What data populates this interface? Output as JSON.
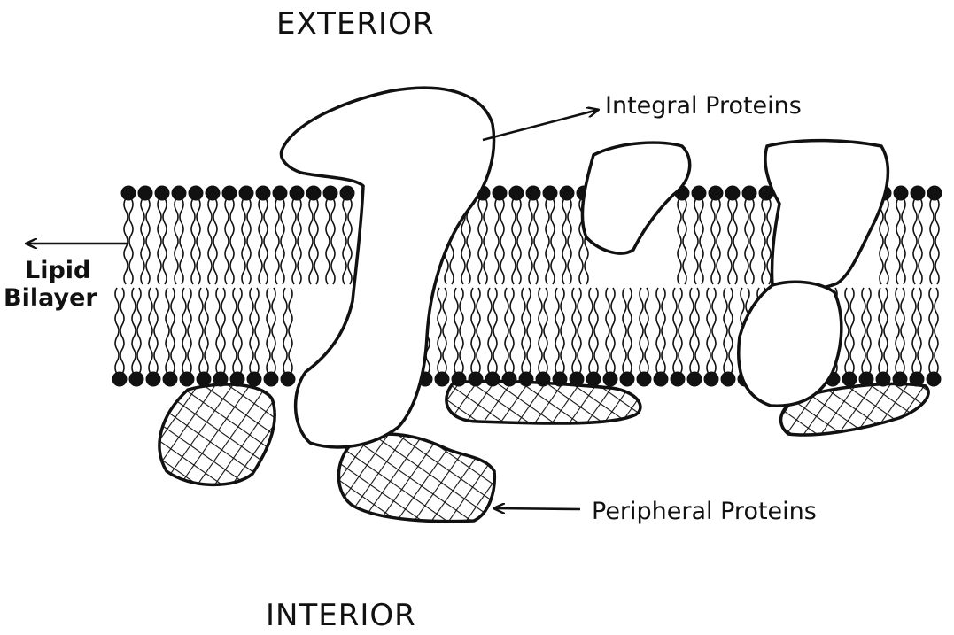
{
  "labels": {
    "exterior": "EXTERIOR",
    "interior": "INTERIOR",
    "integral_proteins": "Integral Proteins",
    "peripheral_proteins": "Peripheral Proteins",
    "lipid_line1": "Lipid",
    "lipid_line2": "Bilayer"
  },
  "colors": {
    "ink": "#111111",
    "background": "#ffffff"
  }
}
